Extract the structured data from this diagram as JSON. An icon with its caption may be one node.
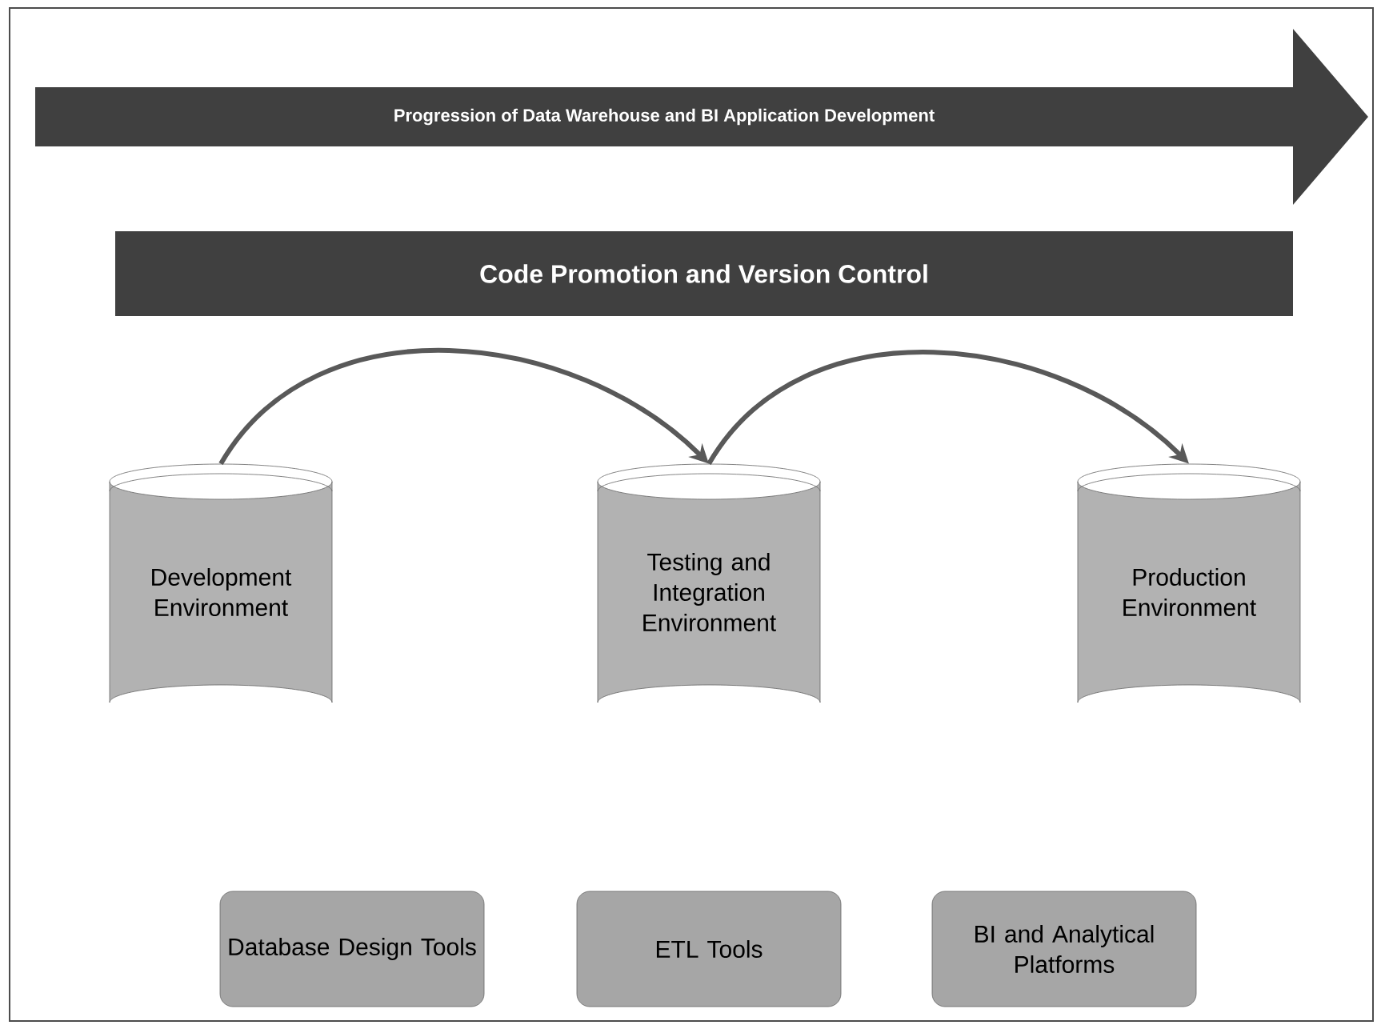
{
  "diagram": {
    "nodes": [
      {
        "text": [
          "Progression of Data Warehouse and BI Application Development"
        ]
      },
      {
        "text": [
          "Code Promotion and Version Control"
        ]
      },
      {
        "text": [
          "Development Environment"
        ]
      },
      {
        "text": [
          "Testing and Integration Environment"
        ]
      },
      {
        "text": [
          "Production Environment"
        ]
      },
      {
        "text": [
          "Database Design Tools"
        ]
      },
      {
        "text": [
          "ETL Tools"
        ]
      },
      {
        "text": [
          "BI and Analytical Platforms"
        ]
      }
    ],
    "edges": [
      {
        "from": 2,
        "to": 3,
        "arrow": "to"
      },
      {
        "from": 3,
        "to": 4,
        "arrow": "to"
      }
    ]
  }
}
